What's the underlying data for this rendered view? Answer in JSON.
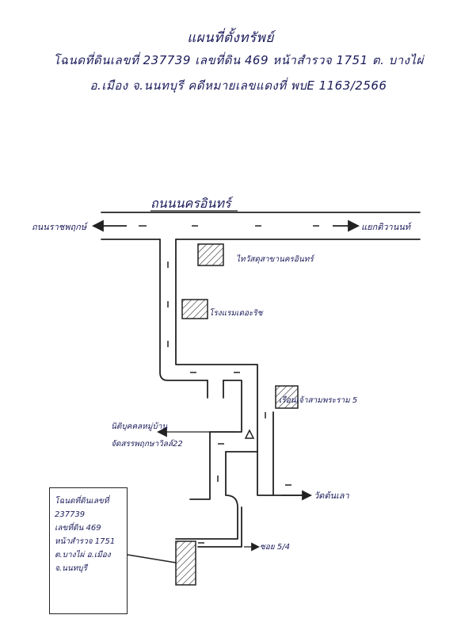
{
  "header": {
    "title": "แผนที่ตั้งทรัพย์",
    "line2": "โฉนดที่ดินเลขที่ 237739   เลขที่ดิน 469  หน้าสำรวจ 1751   ต. บางไผ่",
    "line3": "อ.เมือง   จ.นนทบุรี          คดีหมายเลขแดงที่ พบE 1163/2566"
  },
  "map": {
    "main_road": "ถนนนครอินทร์",
    "west_label": "ถนนราชพฤกษ์",
    "east_label": "แยกติวานนท์",
    "landmark_1": "ไทวัสดุสาขานครอินทร์",
    "landmark_2": "โรงแรมเดอะริช",
    "landmark_3": "เรือนเจ้าสามพระราม 5",
    "village_line1": "นิติบุคคลหมู่บ้าน",
    "village_line2": "จัดสรรพฤกษาวิลล์22",
    "temple": "วัดต้นเลา",
    "soi": "ซอย 5/4"
  },
  "info_box": {
    "lines": [
      "โฉนดที่ดินเลขที่",
      "237739",
      "เลขที่ดิน 469",
      "หน้าสำรวจ 1751",
      "ต.บางไผ่  อ.เมือง",
      "จ.นนทบุรี"
    ]
  }
}
